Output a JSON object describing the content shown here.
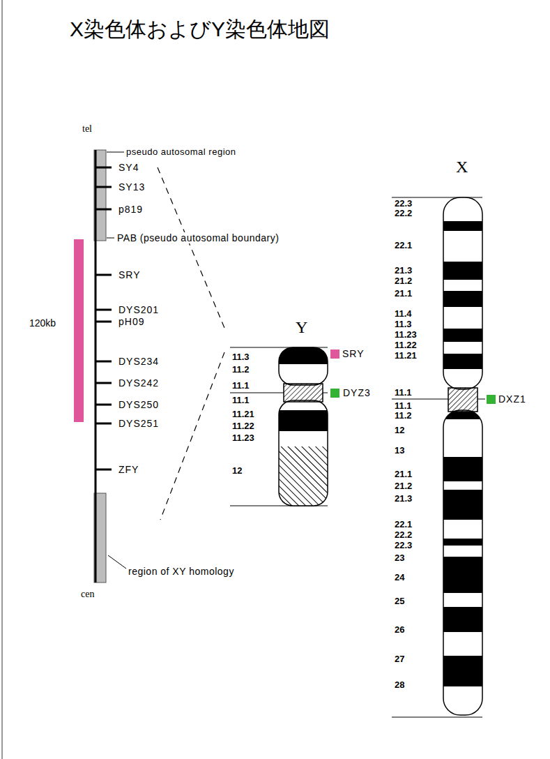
{
  "diagram": {
    "title": "X染色体およびY染色体地図",
    "labels": [
      "tel",
      "pseudo autosomal region",
      "SY4",
      "SY13",
      "p819",
      "PAB (pseudo autosomal boundary)",
      "SRY",
      "DYS201",
      "pH09",
      "DYS234",
      "DYS242",
      "DYS250",
      "DYS251",
      "ZFY",
      "region of XY homology",
      "cen",
      "120kb",
      "Y",
      "11.3",
      "11.2",
      "11.1",
      "11.1",
      "11.21",
      "11.22",
      "11.23",
      "12",
      "X",
      "22.3",
      "22.2",
      "22.1",
      "21.3",
      "21.2",
      "21.1",
      "11.4",
      "11.3",
      "11.23",
      "11.22",
      "11.21",
      "11.1",
      "11.1",
      "11.2",
      "12",
      "13",
      "21.1",
      "21.2",
      "21.3",
      "22.1",
      "22.2",
      "22.3",
      "23",
      "24",
      "25",
      "26",
      "27",
      "28"
    ],
    "legend": [
      {
        "text": "SRY",
        "color": "#e0569b"
      },
      {
        "text": "DYZ3",
        "color": "#33b233"
      },
      {
        "text": "DXZ1",
        "color": "#33b233"
      }
    ]
  }
}
